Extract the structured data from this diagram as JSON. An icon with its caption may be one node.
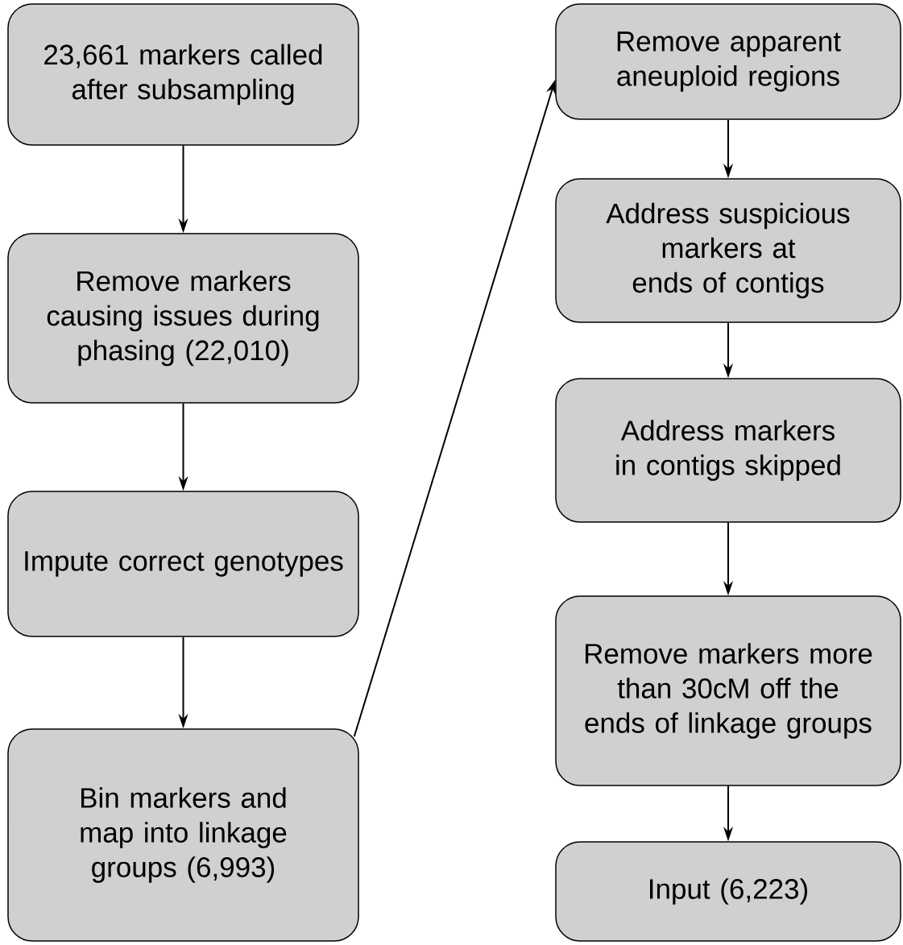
{
  "diagram": {
    "nodes": [
      {
        "text": [
          "23,661 markers called after subsampling"
        ]
      },
      {
        "text": [
          "Remove markers causing issues during phasing (22,010)"
        ]
      },
      {
        "text": [
          "Impute correct genotypes"
        ]
      },
      {
        "text": [
          "Bin markers and map into linkage groups (6,993)"
        ]
      },
      {
        "text": [
          "Remove apparent aneuploid regions"
        ]
      },
      {
        "text": [
          "Address suspicious markers at ends of contigs"
        ]
      },
      {
        "text": [
          "Address markers in contigs skipped"
        ]
      },
      {
        "text": [
          "Remove markers more than 30cM off the ends of linkage groups"
        ]
      },
      {
        "text": [
          "Input (6,223)"
        ]
      }
    ],
    "edges": [
      {
        "from": 0,
        "to": 1,
        "arrow": "to"
      },
      {
        "from": 1,
        "to": 2,
        "arrow": "to"
      },
      {
        "from": 2,
        "to": 3,
        "arrow": "to"
      },
      {
        "from": 3,
        "to": 4,
        "arrow": "to"
      },
      {
        "from": 4,
        "to": 5,
        "arrow": "to"
      },
      {
        "from": 5,
        "to": 6,
        "arrow": "to"
      },
      {
        "from": 6,
        "to": 7,
        "arrow": "to"
      },
      {
        "from": 7,
        "to": 8,
        "arrow": "to"
      }
    ]
  }
}
